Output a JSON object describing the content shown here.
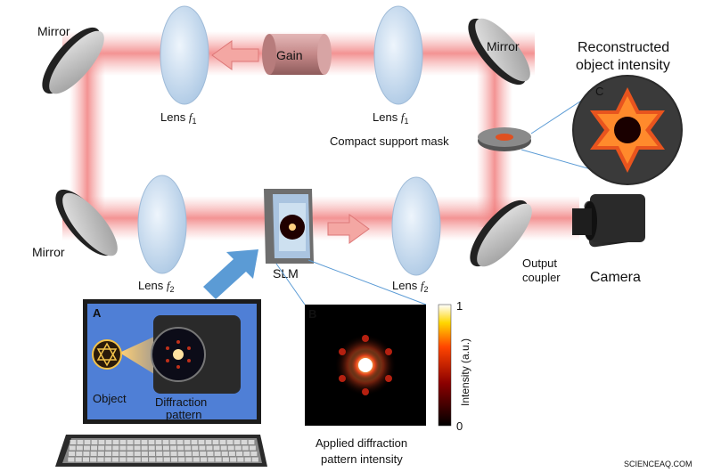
{
  "labels": {
    "mirror_top_left": "Mirror",
    "mirror_top_right": "Mirror",
    "mirror_bottom_left": "Mirror",
    "gain": "Gain",
    "lens_top_left": "Lens ",
    "lens_top_right": "Lens ",
    "lens_bottom_left": "Lens ",
    "lens_bottom_right": "Lens ",
    "focal_f": "f",
    "sub_1": "1",
    "sub_2": "2",
    "compact_support_mask": "Compact support mask",
    "reconstructed_line1": "Reconstructed",
    "reconstructed_line2": "object intensity",
    "panel_c": "C",
    "slm": "SLM",
    "output_line1": "Output",
    "output_line2": "coupler",
    "camera": "Camera",
    "panel_a": "A",
    "object": "Object",
    "diffraction_line1": "Diffraction",
    "diffraction_line2": "pattern",
    "panel_b": "B",
    "applied_line1": "Applied diffraction",
    "applied_line2": "pattern intensity",
    "colorbar_max": "1",
    "colorbar_min": "0",
    "colorbar_label": "Intensity (a.u.)",
    "watermark": "SCIENCEAQ.COM"
  },
  "colors": {
    "beam": "#f08080",
    "arrow_fill": "#f4a7a3",
    "blue_arrow": "#5b9bd5",
    "monitor_screen": "#4f7fd6",
    "lens": "#c8dcef"
  }
}
